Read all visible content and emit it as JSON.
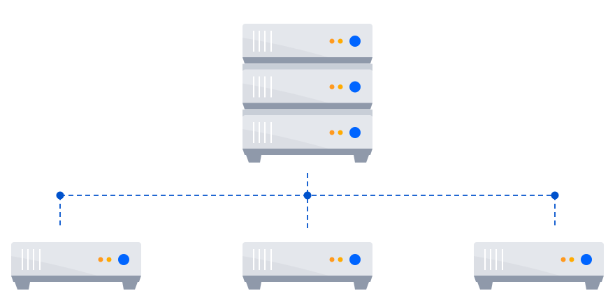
{
  "diagram": {
    "type": "network-topology",
    "central": {
      "name": "server-rack",
      "units": 3
    },
    "clients": [
      {
        "name": "server-left"
      },
      {
        "name": "server-center"
      },
      {
        "name": "server-right"
      }
    ],
    "connection_style": "dashed"
  },
  "colors": {
    "body": "#e4e7ec",
    "body_shade": "#d5d9e0",
    "band": "#8f99aa",
    "band_light": "#c8ced7",
    "vent": "#ffffff",
    "led_orange": "#ff991f",
    "led_amber": "#ffab00",
    "led_blue": "#0065ff",
    "line": "#0052cc"
  }
}
